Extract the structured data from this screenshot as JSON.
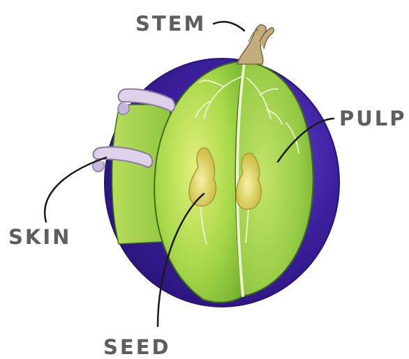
{
  "labels": {
    "stem": "STEM",
    "pulp": "PULP",
    "skin": "SKIN",
    "seed": "SEED"
  },
  "colors": {
    "label_text": "#5e5e5e",
    "skin_outer": "#3b1f9e",
    "skin_edge": "#2a1478",
    "skin_highlight": "#6a4fd8",
    "pulp_light": "#e2f07a",
    "pulp_mid": "#a8d84a",
    "pulp_dark": "#6fae2f",
    "pulp_edge": "#3f6d1a",
    "seed": "#e9e47e",
    "seed_core": "#c9b93a",
    "peel_flap": "#ddd2ea",
    "peel_flap_edge": "#8b7aa3",
    "stem": "#c2ae7a",
    "stem_dark": "#7a6540",
    "leader_line": "#1a1a1a"
  },
  "parts": [
    {
      "id": "stem",
      "icon": "stem-icon"
    },
    {
      "id": "pulp",
      "icon": "pulp-icon"
    },
    {
      "id": "skin",
      "icon": "skin-flap-icon"
    },
    {
      "id": "seed",
      "icon": "seed-icon"
    }
  ]
}
